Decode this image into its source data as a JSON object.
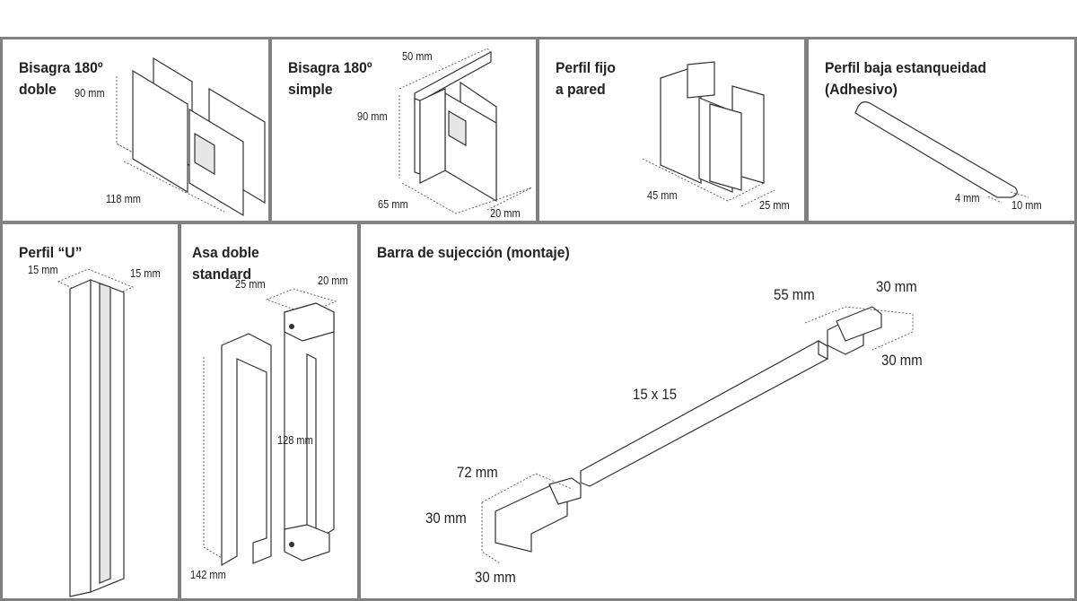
{
  "panels": [
    {
      "title_1": "Bisagra 180º",
      "title_2": "doble",
      "dims": [
        "90 mm",
        "118 mm"
      ]
    },
    {
      "title_1": "Bisagra 180º",
      "title_2": "simple",
      "dims": [
        "50 mm",
        "90 mm",
        "65 mm",
        "20 mm"
      ]
    },
    {
      "title_1": "Perfil fijo",
      "title_2": "a pared",
      "dims": [
        "45 mm",
        "25 mm"
      ]
    },
    {
      "title_1": "Perfil baja estanqueidad",
      "title_2": "(Adhesivo)",
      "dims": [
        "4 mm",
        "10 mm"
      ]
    },
    {
      "title_1": "Perfil “U”",
      "dims": [
        "15 mm",
        "15 mm"
      ]
    },
    {
      "title_1": "Asa doble",
      "title_2": "standard",
      "dims": [
        "25 mm",
        "20 mm",
        "128 mm",
        "142 mm"
      ]
    },
    {
      "title_1": "Barra de sujección (montaje)",
      "dims": [
        "55 mm",
        "30 mm",
        "30 mm",
        "15 x 15",
        "72 mm",
        "30 mm",
        "30 mm"
      ]
    }
  ]
}
